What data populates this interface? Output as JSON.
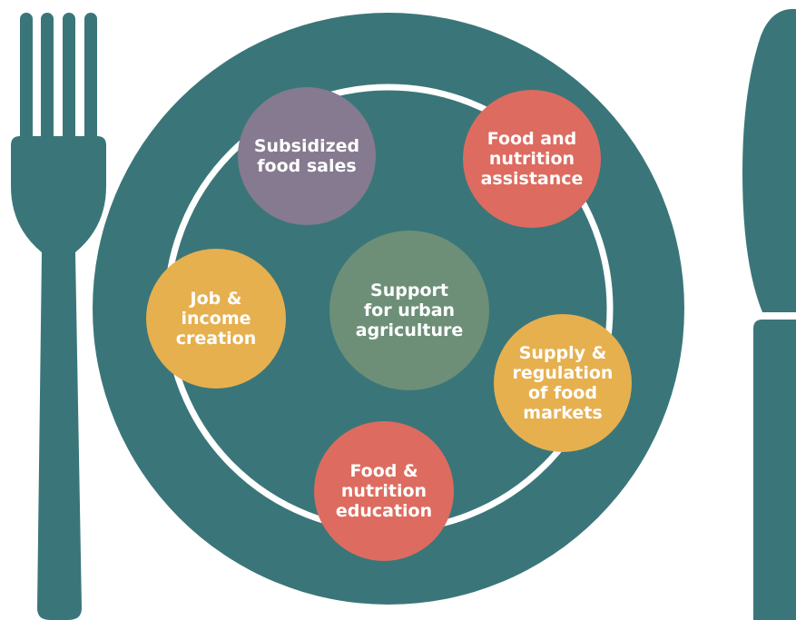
{
  "colors": {
    "teal": "#3a7679",
    "plate_ring": "#ffffff",
    "purple": "#857a8f",
    "coral": "#de6b5f",
    "gold": "#e6b04f",
    "green": "#6d8f78"
  },
  "icons": {
    "fork": "fork-icon",
    "knife": "knife-icon",
    "plate": "plate-icon"
  },
  "items": {
    "subsidized": "Subsidized\nfood sales",
    "assistance": "Food and\nnutrition\nassistance",
    "urban": "Support\nfor urban\nagriculture",
    "job": "Job &\nincome\ncreation",
    "supply": "Supply &\nregulation\nof food\nmarkets",
    "education": "Food &\nnutrition\neducation"
  }
}
